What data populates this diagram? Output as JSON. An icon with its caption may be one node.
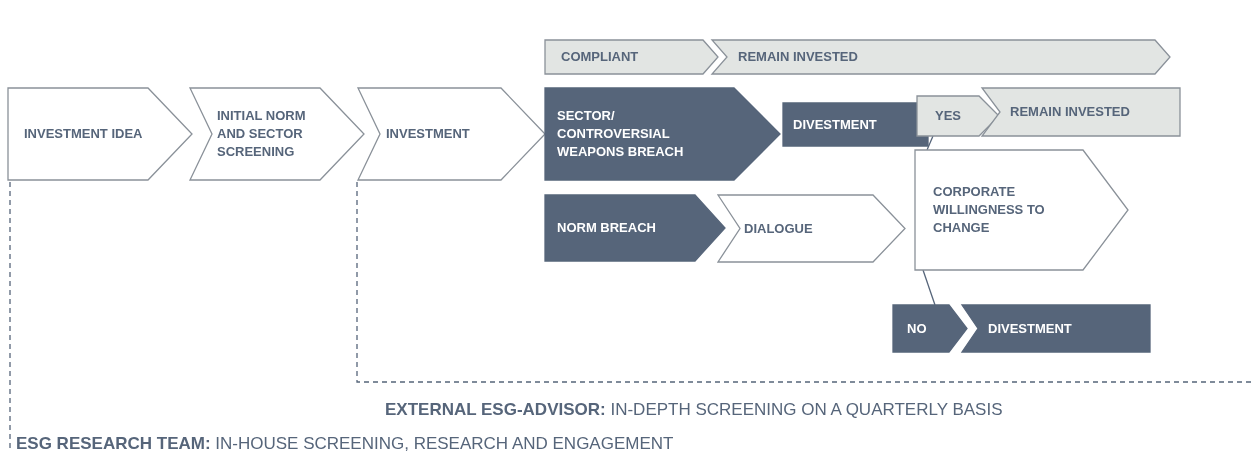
{
  "diagram": {
    "nodes": [
      {
        "text": [
          "INVESTMENT IDEA"
        ]
      },
      {
        "text": [
          "INITIAL NORM AND SECTOR SCREENING"
        ]
      },
      {
        "text": [
          "INVESTMENT"
        ]
      },
      {
        "text": [
          "COMPLIANT"
        ]
      },
      {
        "text": [
          "REMAIN INVESTED"
        ]
      },
      {
        "text": [
          "SECTOR/ CONTROVERSIAL WEAPONS BREACH"
        ]
      },
      {
        "text": [
          "DIVESTMENT"
        ]
      },
      {
        "text": [
          "YES"
        ]
      },
      {
        "text": [
          "REMAIN INVESTED"
        ]
      },
      {
        "text": [
          "NORM BREACH"
        ]
      },
      {
        "text": [
          "DIALOGUE"
        ]
      },
      {
        "text": [
          "CORPORATE WILLINGNESS TO CHANGE"
        ]
      },
      {
        "text": [
          "NO"
        ]
      },
      {
        "text": [
          "DIVESTMENT"
        ]
      }
    ],
    "edges": [
      {
        "from": 11,
        "to": 7,
        "arrow": "none"
      },
      {
        "from": 11,
        "to": 12,
        "arrow": "none"
      }
    ],
    "labels": [
      "**EXTERNAL ESG-ADVISOR:** IN-DEPTH SCREENING ON A QUARTERLY BASIS",
      "**ESG RESEARCH TEAM:** IN-HOUSE SCREENING, RESEARCH AND ENGAGEMENT"
    ]
  }
}
